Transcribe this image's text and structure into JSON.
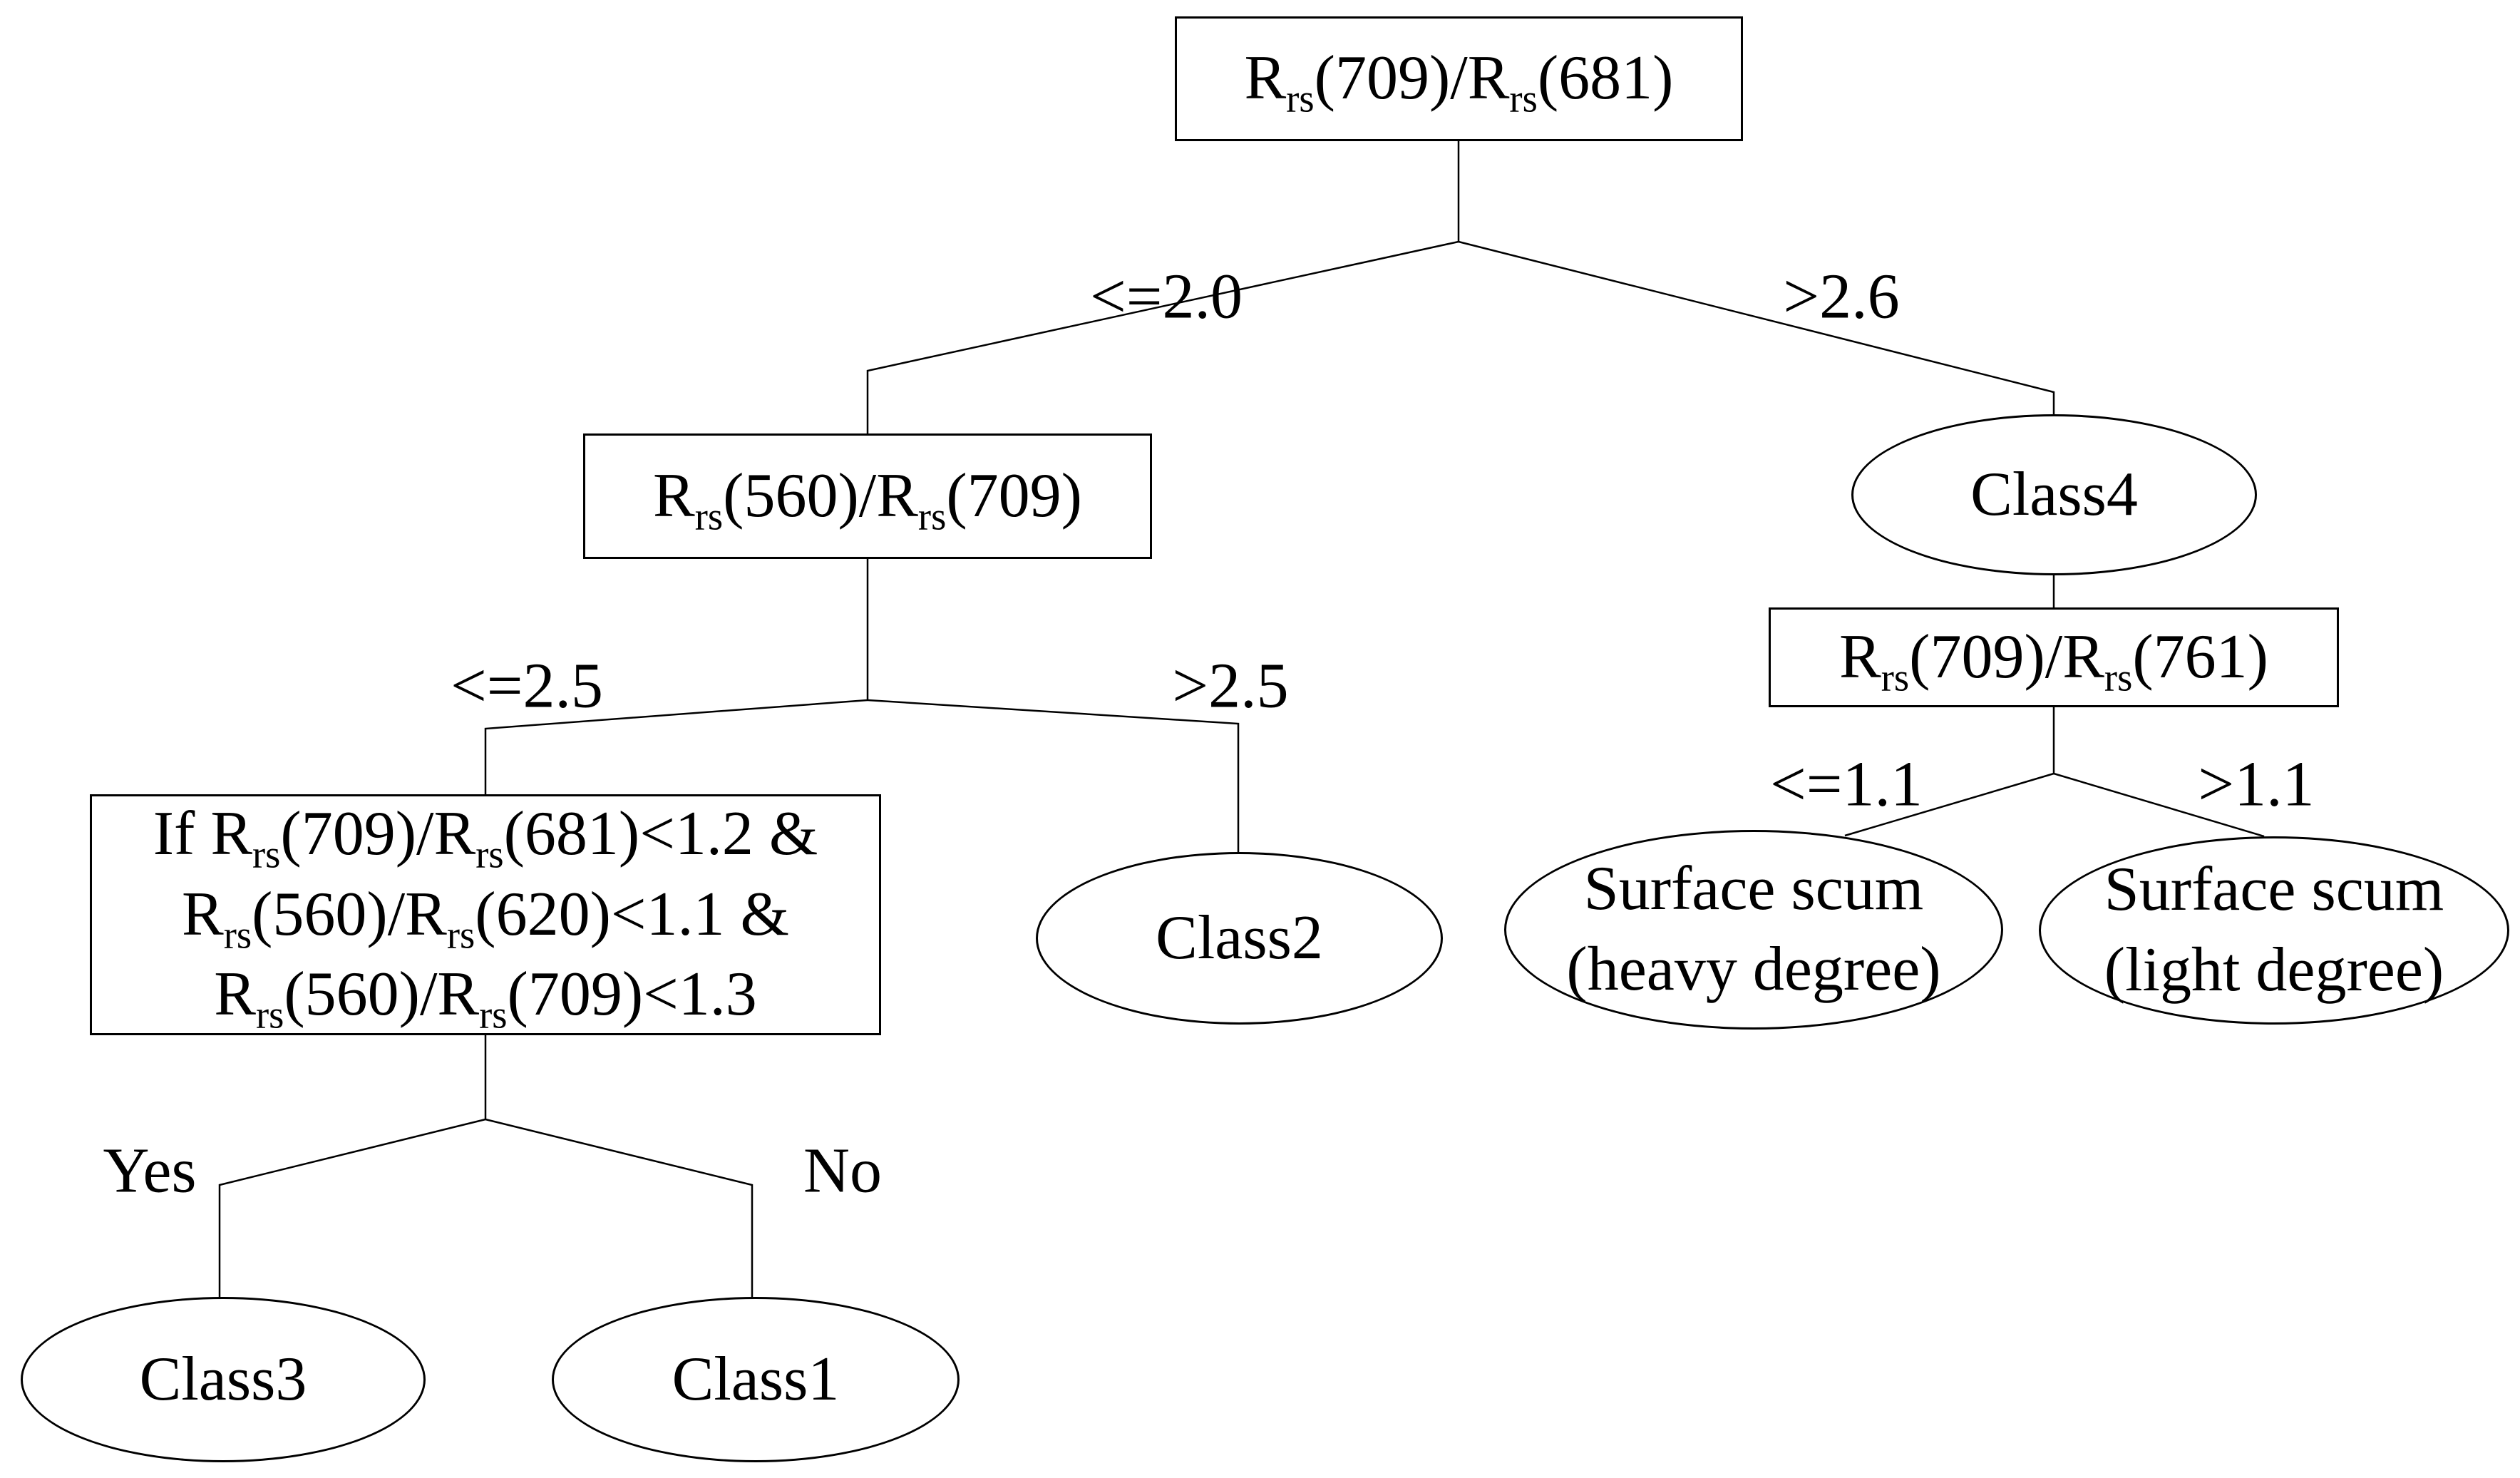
{
  "tree": {
    "nodes": {
      "root": {
        "label": "R~rs~(709)/R~rs~(681)"
      },
      "ratio_560_709": {
        "label": "R~rs~(560)/R~rs~(709)"
      },
      "ratio_709_761": {
        "label": "R~rs~(709)/R~rs~(761)"
      },
      "condition": {
        "lines": [
          "If R~rs~(709)/R~rs~(681)<1.2 &",
          "R~rs~(560)/R~rs~(620)<1.1 &",
          "R~rs~(560)/R~rs~(709)<1.3"
        ]
      },
      "class1": {
        "label": "Class1"
      },
      "class2": {
        "label": "Class2"
      },
      "class3": {
        "label": "Class3"
      },
      "class4": {
        "label": "Class4"
      },
      "scum_heavy": {
        "lines": [
          "Surface scum",
          "(heavy degree)"
        ]
      },
      "scum_light": {
        "lines": [
          "Surface scum",
          "(light degree)"
        ]
      }
    },
    "branch_labels": {
      "le20": "<=2.0",
      "gt26": ">2.6",
      "le25": "<=2.5",
      "gt25": ">2.5",
      "le11": "<=1.1",
      "gt11": ">1.1",
      "yes": "Yes",
      "no": "No"
    },
    "colors": {
      "line": "#000000",
      "text": "#000000",
      "background": "#ffffff"
    }
  }
}
